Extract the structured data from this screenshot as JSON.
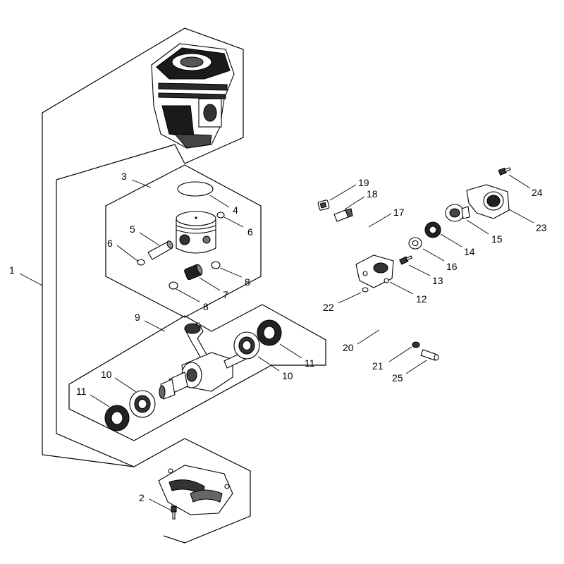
{
  "diagram": {
    "callouts": {
      "c1": "1",
      "c2": "2",
      "c3": "3",
      "c4": "4",
      "c5": "5",
      "c6a": "6",
      "c6b": "6",
      "c7": "7",
      "c8a": "8",
      "c8b": "8",
      "c9": "9",
      "c10a": "10",
      "c10b": "10",
      "c11a": "11",
      "c11b": "11",
      "c12": "12",
      "c13": "13",
      "c14": "14",
      "c15": "15",
      "c16": "16",
      "c17": "17",
      "c18": "18",
      "c19": "19",
      "c20": "20",
      "c21": "21",
      "c22": "22",
      "c23": "23",
      "c24": "24",
      "c25": "25"
    }
  }
}
